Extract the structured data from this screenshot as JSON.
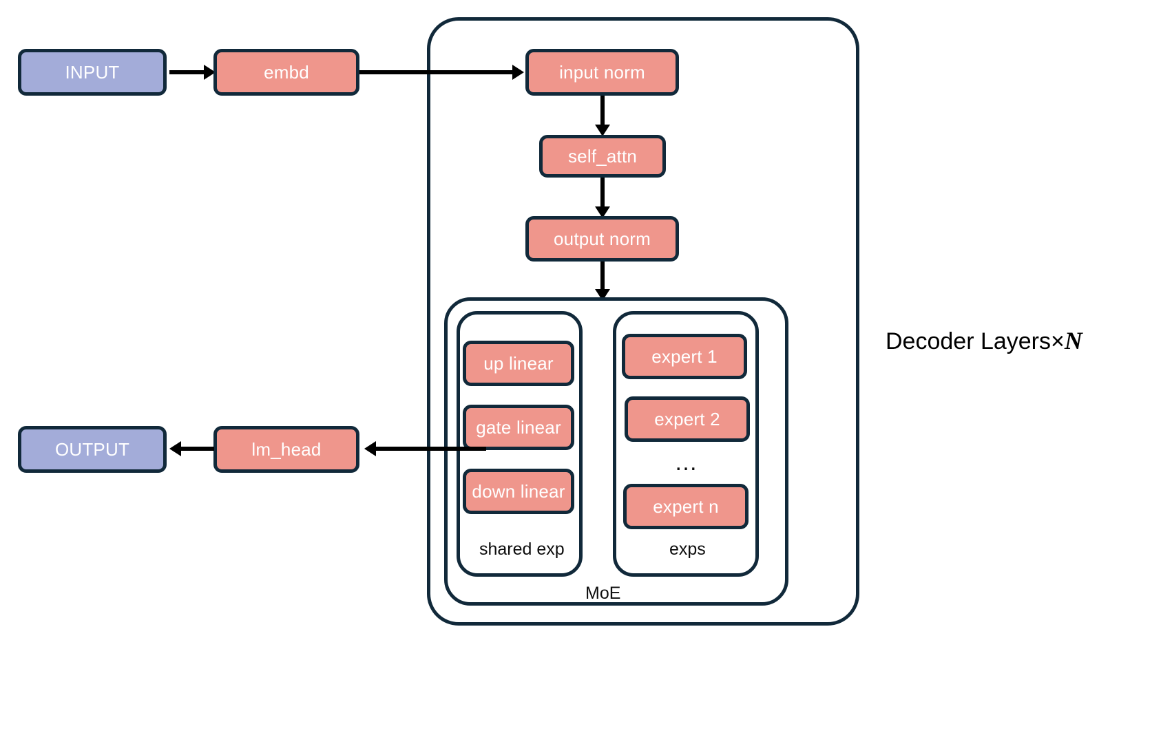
{
  "diagram": {
    "title_label": "Decoder Layers×",
    "title_variable": "N",
    "colors": {
      "border": "#11293a",
      "salmon": "#ef968c",
      "periwinkle": "#a3acd9",
      "arrow": "#000000",
      "text_on_node": "#ffffff",
      "text_plain": "#0d0d0d",
      "background": "#ffffff"
    },
    "io": {
      "input": "INPUT",
      "embd": "embd",
      "output": "OUTPUT",
      "lm_head": "lm_head"
    },
    "decoder": {
      "input_norm": "input norm",
      "self_attn": "self_attn",
      "output_norm": "output norm"
    },
    "moe": {
      "label": "MoE",
      "shared_expert": {
        "label": "shared exp",
        "layers": [
          "up linear",
          "gate linear",
          "down linear"
        ]
      },
      "experts": {
        "label": "exps",
        "items": [
          "expert 1",
          "expert 2",
          "expert n"
        ],
        "ellipsis": "…"
      }
    }
  }
}
